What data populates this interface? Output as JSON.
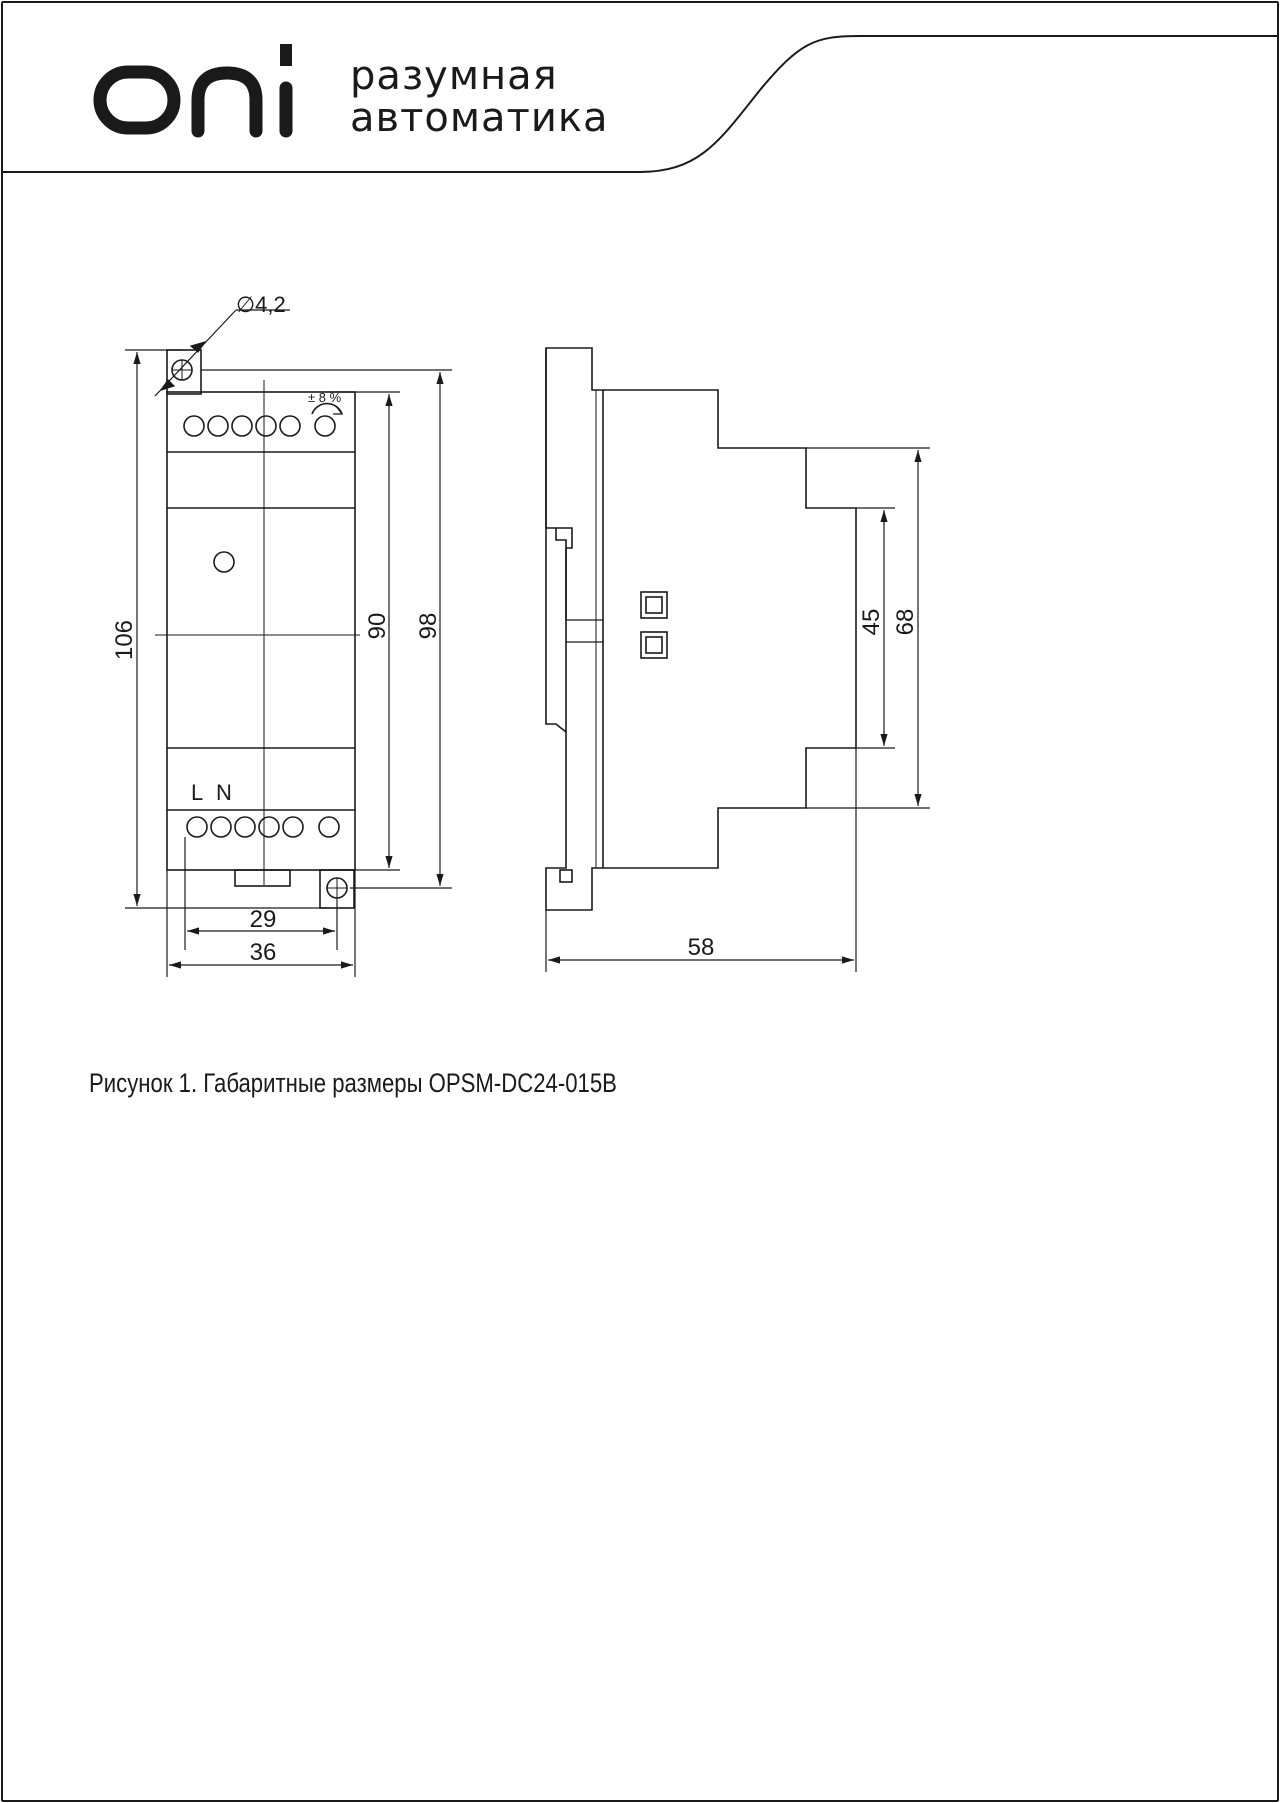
{
  "header": {
    "logo_text": "oni",
    "tagline_line1": "разумная",
    "tagline_line2": "автоматика"
  },
  "drawing": {
    "hole_diameter": "∅4,2",
    "adjust_range": "± 8 %",
    "terminal_labels": {
      "l": "L",
      "n": "N"
    },
    "dims": {
      "overall_height": "106",
      "body_height": "90",
      "mount_height": "98",
      "front_height_outer": "68",
      "front_height_inner": "45",
      "width_inner": "29",
      "width_outer": "36",
      "depth": "58"
    }
  },
  "caption": "Рисунок 1. Габаритные размеры OPSM-DC24-015B"
}
